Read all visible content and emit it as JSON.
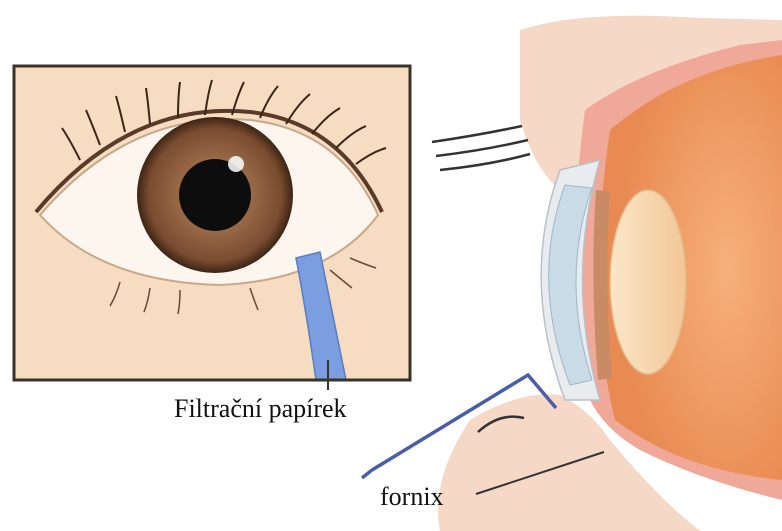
{
  "labels": {
    "filter_paper": "Filtrační papírek",
    "fornix": "fornix"
  },
  "colors": {
    "skin": "#f6dcc0",
    "eyelid_pink": "#f1c6b4",
    "iris": "#8a5a3c",
    "pupil": "#0d0d0d",
    "sclera": "#fdf6ef",
    "paper_strip": "#7a9ee0",
    "eye_orange": "#f2a06a",
    "lens": "#f7d8b0",
    "cornea_blue": "#c9dbe6",
    "leader_line": "#4a5ea8",
    "frame": "#3a3228"
  },
  "icons": [
    "eye-closeup-illustration",
    "eye-cross-section-illustration"
  ]
}
